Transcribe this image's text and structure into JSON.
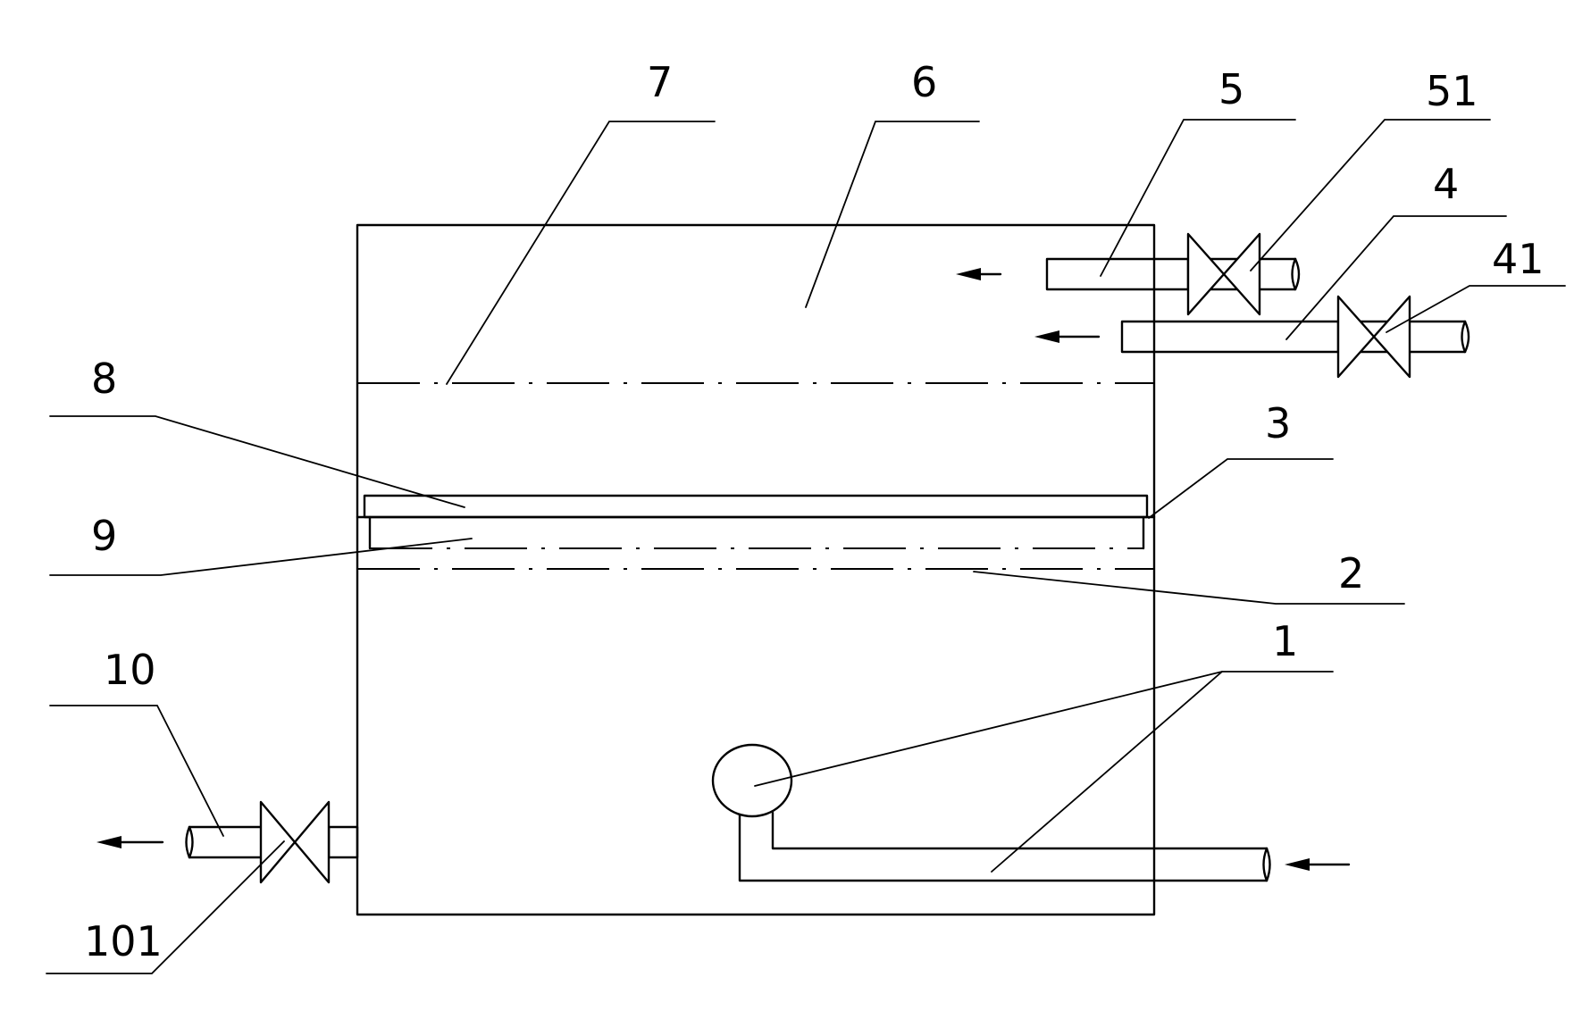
{
  "labels": {
    "l1": "1",
    "l2": "2",
    "l3": "3",
    "l4": "4",
    "l41": "41",
    "l5": "5",
    "l51": "51",
    "l6": "6",
    "l7": "7",
    "l8": "8",
    "l9": "9",
    "l10": "10",
    "l101": "101"
  }
}
